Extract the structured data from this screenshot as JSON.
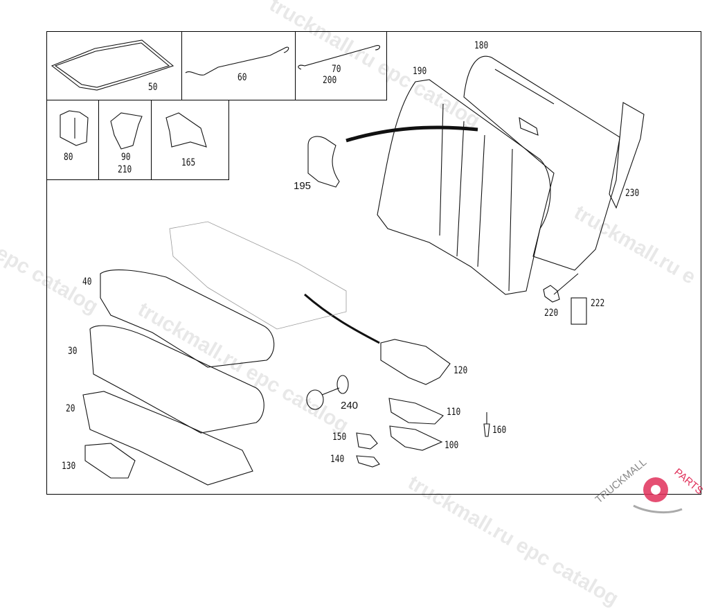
{
  "diagram": {
    "title": "Rear seat parts exploded view",
    "inset_parts": [
      {
        "id": "inset-50",
        "labels": [
          "50"
        ]
      },
      {
        "id": "inset-60",
        "labels": [
          "60"
        ]
      },
      {
        "id": "inset-70-200",
        "labels": [
          "70",
          "200"
        ]
      },
      {
        "id": "inset-80",
        "labels": [
          "80"
        ]
      },
      {
        "id": "inset-90-210",
        "labels": [
          "90",
          "210"
        ]
      },
      {
        "id": "inset-165",
        "labels": [
          "165"
        ]
      }
    ],
    "callouts": {
      "p180": "180",
      "p190": "190",
      "p195": "195",
      "p230": "230",
      "p220": "220",
      "p222": "222",
      "p40": "40",
      "p30": "30",
      "p20": "20",
      "p130": "130",
      "p120": "120",
      "p240": "240",
      "p110": "110",
      "p160": "160",
      "p150": "150",
      "p100": "100",
      "p140": "140"
    }
  },
  "watermarks": [
    "truckmall.ru epc catalog",
    "truckmall.ru epc catalog",
    "truckmall.ru e",
    "l epc catalog",
    "truckmall.ru epc catalog"
  ],
  "logo": {
    "text_left": "TRUCKMALL",
    "text_right": "PARTS",
    "accent_color": "#e0305a",
    "gray": "#888888"
  }
}
